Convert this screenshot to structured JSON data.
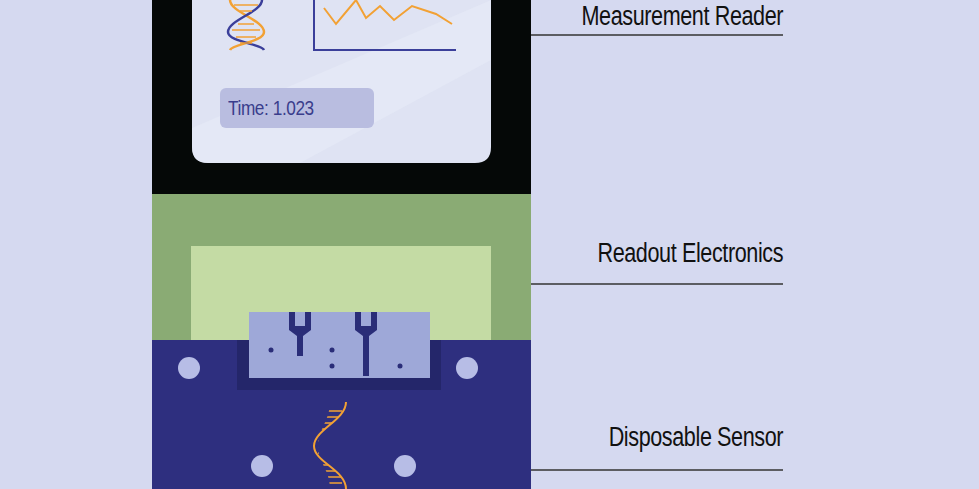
{
  "diagram": {
    "nodes": [
      {
        "text": [
          "Time: 1.023"
        ]
      }
    ],
    "labels": [
      "Measurement Reader",
      "Readout Electronics",
      "Disposable Sensor"
    ]
  }
}
